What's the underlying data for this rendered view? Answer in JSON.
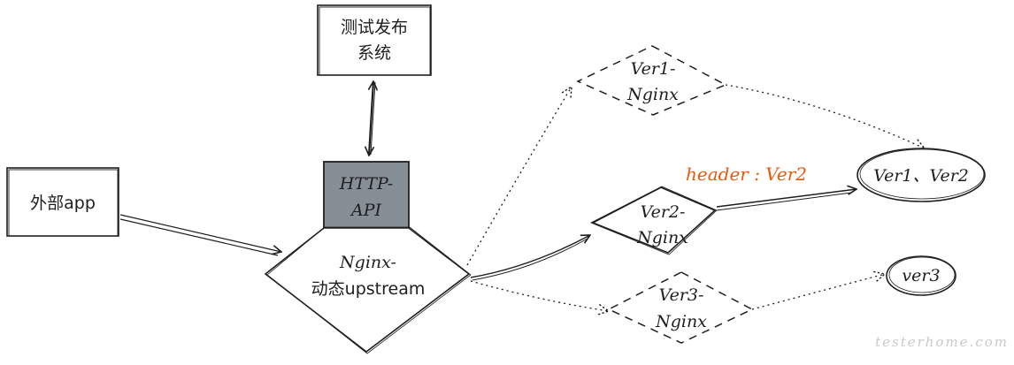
{
  "nodes": {
    "release_system": {
      "line1": "测试发布",
      "line2": "系统"
    },
    "external_app": {
      "label": "外部app"
    },
    "http_api": {
      "line1": "HTTP-",
      "line2": "API"
    },
    "nginx_upstream": {
      "line1": "Nginx-",
      "line2": "动态upstream"
    },
    "ver1_nginx": {
      "line1": "Ver1-",
      "line2": "Nginx"
    },
    "ver2_nginx": {
      "line1": "Ver2-",
      "line2": "Nginx"
    },
    "ver3_nginx": {
      "line1": "Ver3-",
      "line2": "Nginx"
    },
    "ver1_ver2": {
      "label": "Ver1、Ver2"
    },
    "ver3": {
      "label": "ver3"
    }
  },
  "edge_labels": {
    "header_route": "header : Ver2"
  },
  "watermark": {
    "text": "testerhome.com"
  },
  "colors": {
    "stroke": "#1e1e1e",
    "api_fill": "#868e96",
    "accent": "#e8590c",
    "background": "#ffffff"
  }
}
